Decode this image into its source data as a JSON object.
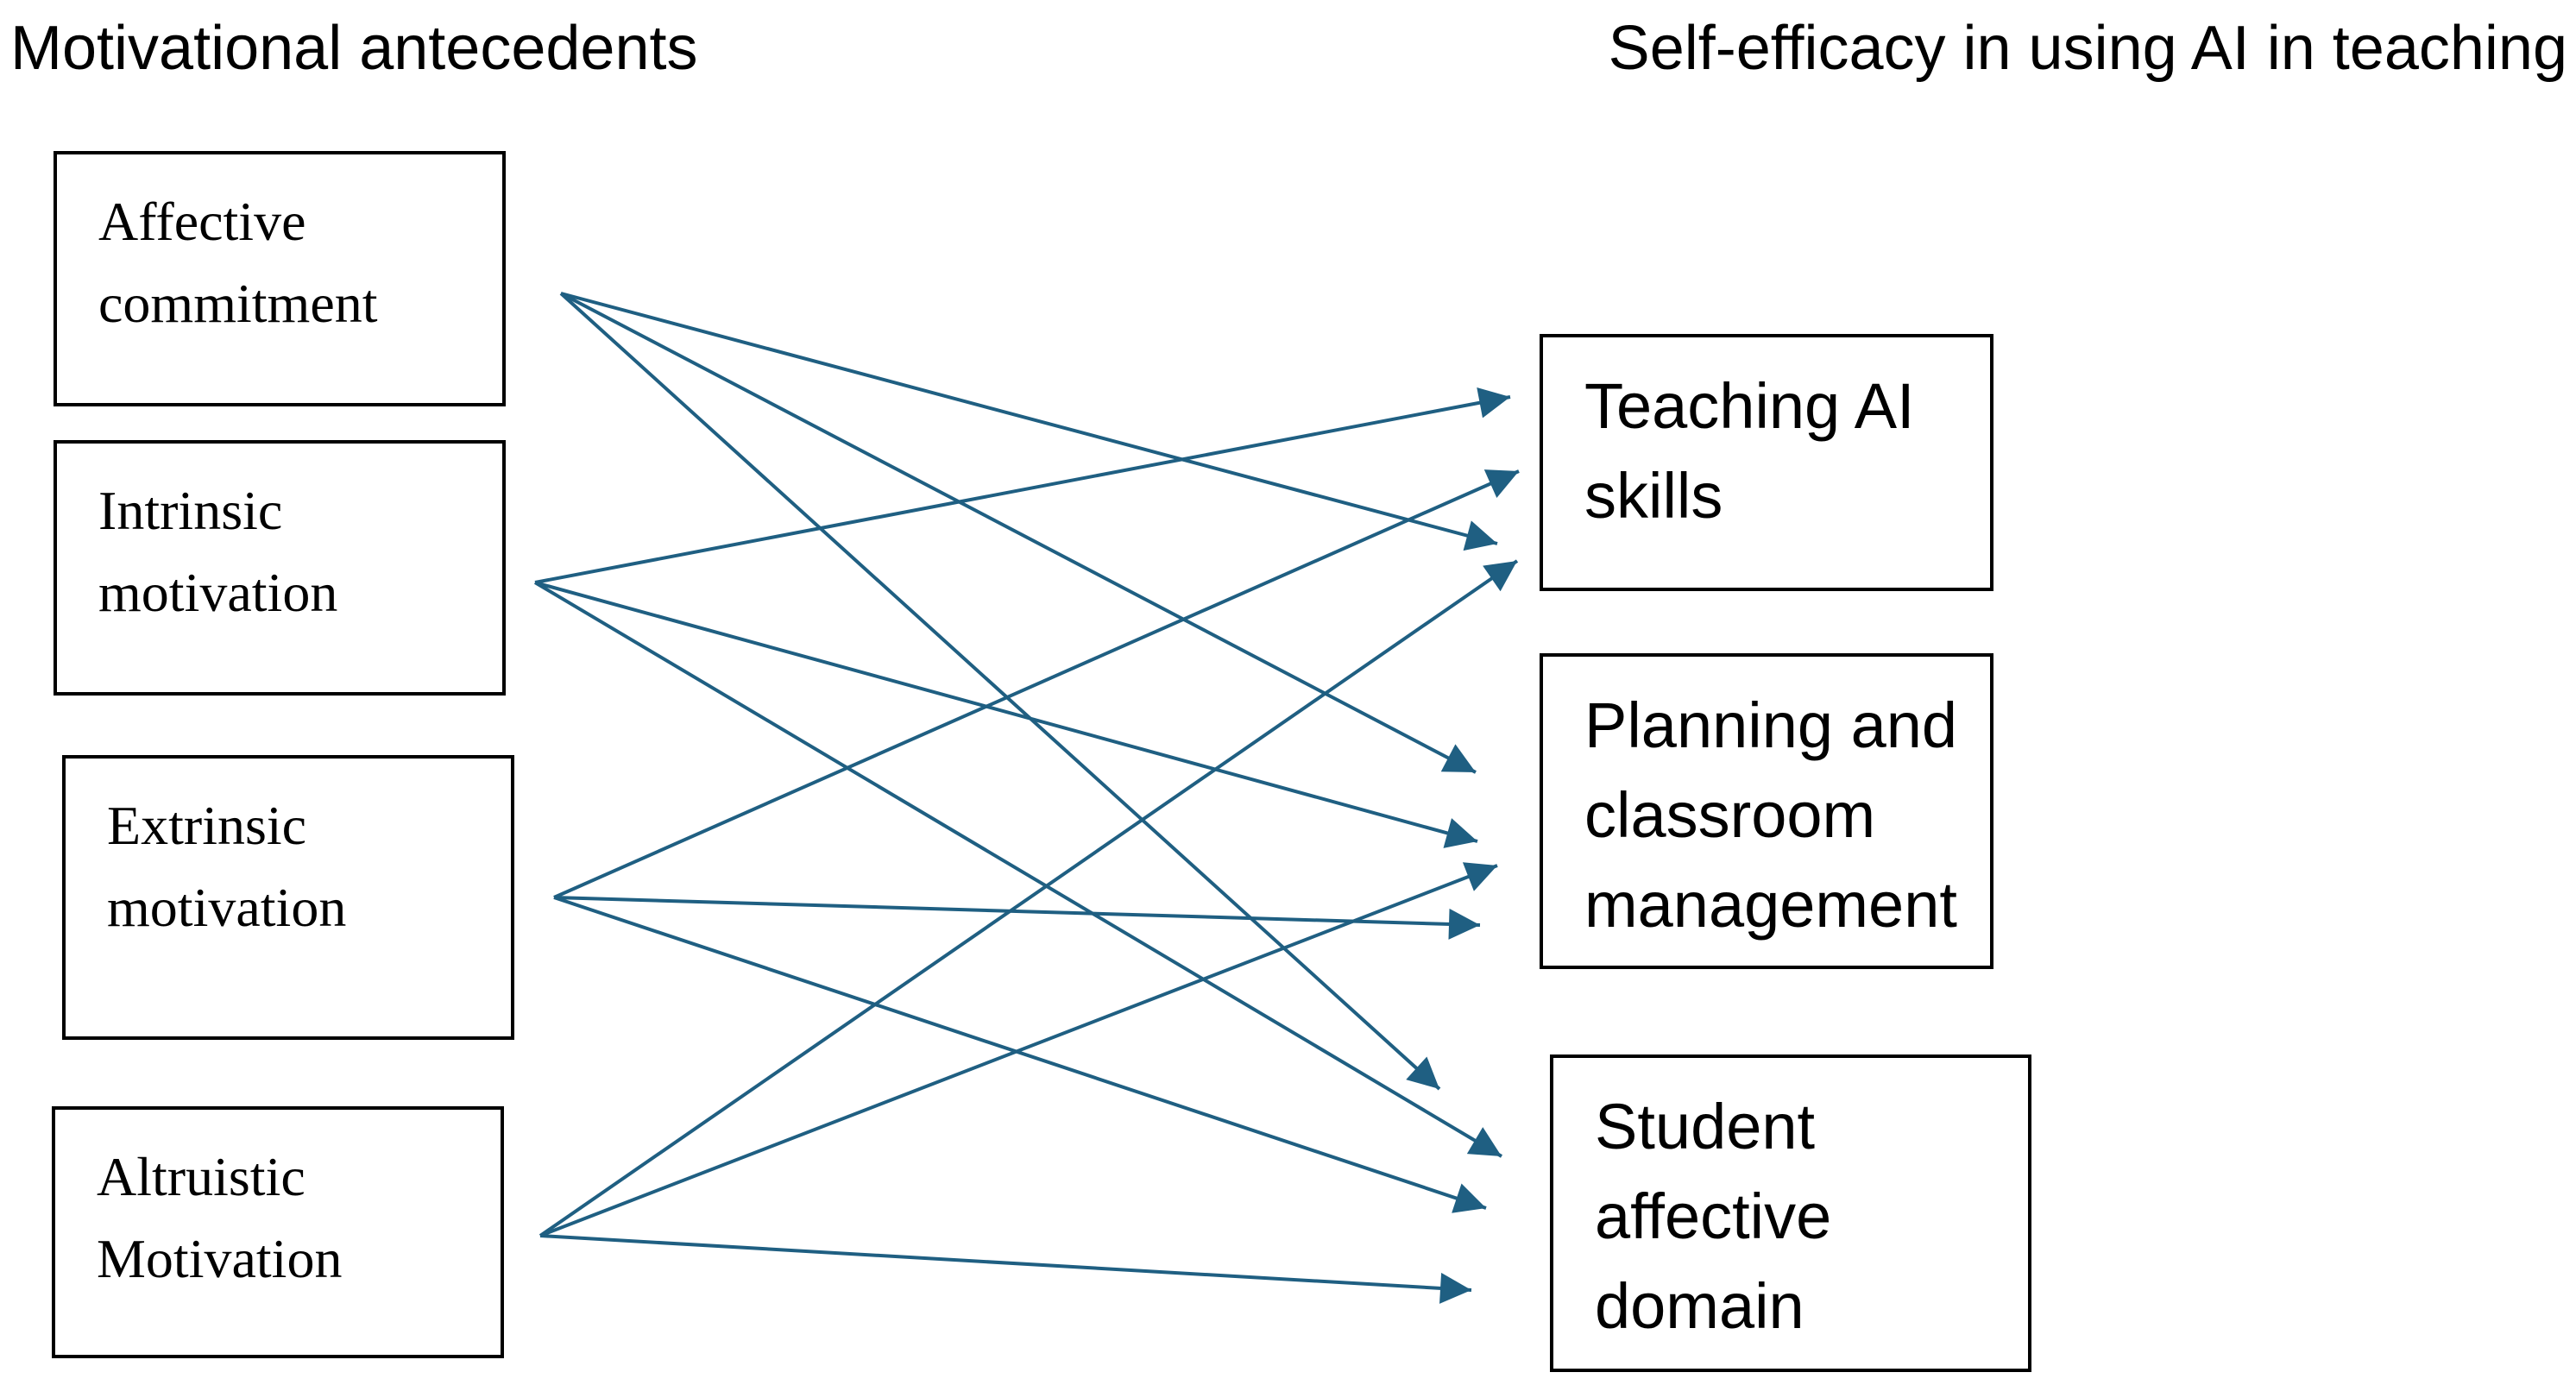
{
  "headings": {
    "left": "Motivational antecedents",
    "right": "Self-efficacy in using AI in teaching"
  },
  "antecedents": [
    {
      "id": "affective",
      "label": "Affective\ncommitment"
    },
    {
      "id": "intrinsic",
      "label": "Intrinsic\nmotivation"
    },
    {
      "id": "extrinsic",
      "label": "Extrinsic\nmotivation"
    },
    {
      "id": "altruistic",
      "label": "Altruistic\nMotivation"
    }
  ],
  "outcomes": [
    {
      "id": "teaching",
      "label": "Teaching AI\nskills"
    },
    {
      "id": "planning",
      "label": "Planning and\nclassroom\nmanagement"
    },
    {
      "id": "student",
      "label": "Student\naffective\ndomain"
    }
  ],
  "paths": [
    {
      "from": "affective",
      "to": "teaching"
    },
    {
      "from": "affective",
      "to": "planning"
    },
    {
      "from": "affective",
      "to": "student"
    },
    {
      "from": "intrinsic",
      "to": "teaching"
    },
    {
      "from": "intrinsic",
      "to": "planning"
    },
    {
      "from": "intrinsic",
      "to": "student"
    },
    {
      "from": "extrinsic",
      "to": "teaching"
    },
    {
      "from": "extrinsic",
      "to": "planning"
    },
    {
      "from": "extrinsic",
      "to": "student"
    },
    {
      "from": "altruistic",
      "to": "teaching"
    },
    {
      "from": "altruistic",
      "to": "planning"
    },
    {
      "from": "altruistic",
      "to": "student"
    }
  ],
  "colors": {
    "arrow": "#1f5f82",
    "box_border": "#000000",
    "text": "#000000"
  }
}
